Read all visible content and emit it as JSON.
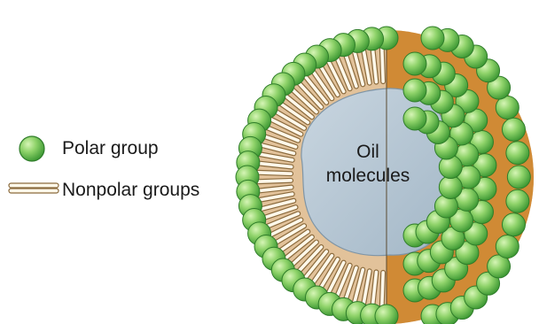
{
  "diagram": {
    "legend": [
      {
        "icon": "polar-group-sphere-icon",
        "label": "Polar group"
      },
      {
        "icon": "nonpolar-tail-icon",
        "label": "Nonpolar groups"
      }
    ],
    "core_label": [
      "Oil",
      "molecules"
    ]
  },
  "colors": {
    "polar_green_light": "#a8e07a",
    "polar_green": "#5cb84a",
    "polar_green_dark": "#2f7d2a",
    "tail_fill": "#fff8ea",
    "tail_stroke": "#8a6a3c",
    "shell_tan": "#e2c29a",
    "shell_orange": "#d08a35",
    "oil_blue": "#b4c6d4",
    "oil_edge": "#7f95a6"
  }
}
